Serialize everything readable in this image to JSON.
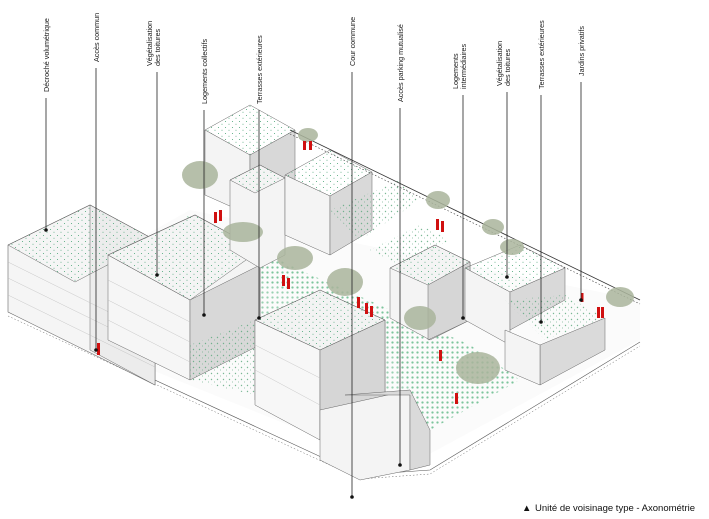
{
  "title": "Unité de voisinage type - Axonométrie",
  "title_marker": "▲",
  "labels": [
    {
      "id": "decroche",
      "lines": [
        "Décroché volumétrique"
      ]
    },
    {
      "id": "acces-commun",
      "lines": [
        "Accès commun"
      ]
    },
    {
      "id": "vegetalisation-1",
      "lines": [
        "Végétalisation",
        "des toitures"
      ]
    },
    {
      "id": "logements-collectifs",
      "lines": [
        "Logements collectifs"
      ]
    },
    {
      "id": "terrasses-1",
      "lines": [
        "Terrasses extérieures"
      ]
    },
    {
      "id": "cour-commune",
      "lines": [
        "Cour commune"
      ]
    },
    {
      "id": "acces-parking",
      "lines": [
        "Accès parking mutualisé"
      ]
    },
    {
      "id": "logements-intermediaires",
      "lines": [
        "Logements",
        "intermédiaires"
      ]
    },
    {
      "id": "vegetalisation-2",
      "lines": [
        "Végétalisation",
        "des toitures"
      ]
    },
    {
      "id": "terrasses-2",
      "lines": [
        "Terrasses extérieures"
      ]
    },
    {
      "id": "jardins-privatifs",
      "lines": [
        "Jardins privatifs"
      ]
    }
  ],
  "colors": {
    "wall_left": "#f4f4f4",
    "wall_right": "#dcdcdc",
    "roof": "#ffffff",
    "green_dots": "#4aa678",
    "courtyard": "#8fcfaa",
    "people": "#d01010",
    "tree": "#9aaa8a",
    "edge": "#555555"
  }
}
